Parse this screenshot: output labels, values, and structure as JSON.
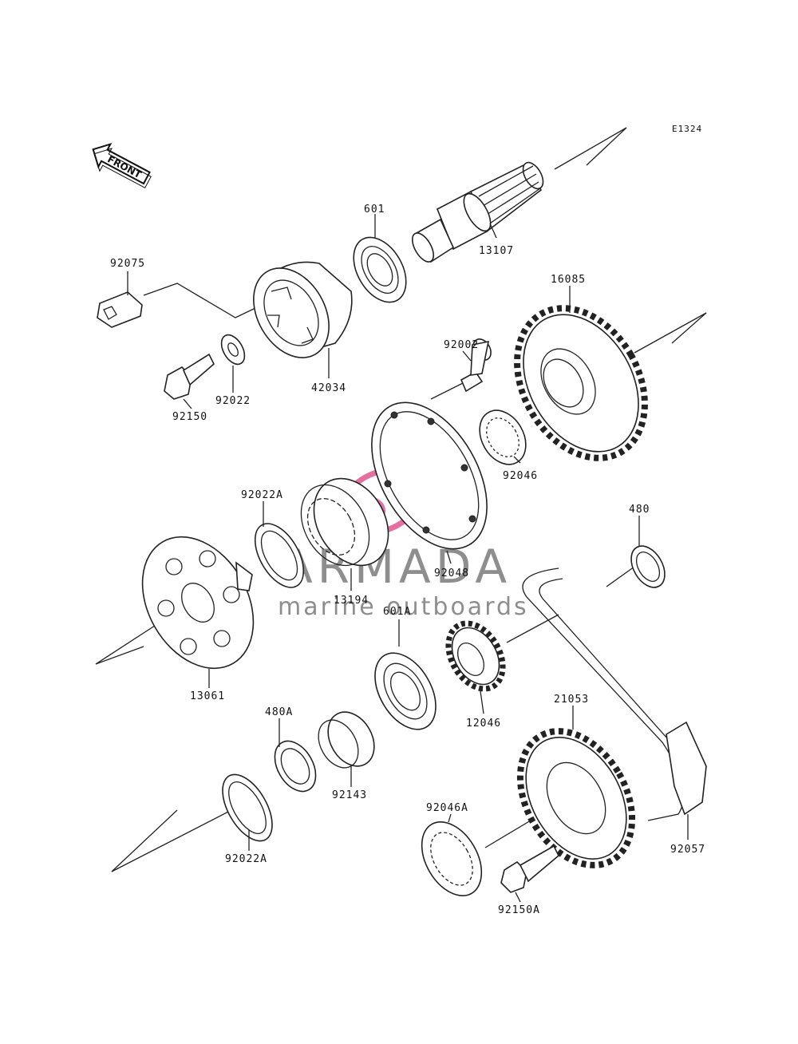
{
  "diagram_ref": "E1324",
  "front_label": "FRONT",
  "watermark": {
    "title": "ARMADA",
    "subtitle": "marine outboards",
    "logo_color": "#e24a8a"
  },
  "part_labels": {
    "p601": "601",
    "p13107": "13107",
    "p92075": "92075",
    "p16085": "16085",
    "p92002": "92002",
    "p42034": "42034",
    "p92022": "92022",
    "p92150": "92150",
    "p92046": "92046",
    "p92022A_top": "92022A",
    "p480": "480",
    "p92048": "92048",
    "p13194": "13194",
    "p601A": "601A",
    "p13061": "13061",
    "p12046": "12046",
    "p21053": "21053",
    "p480A": "480A",
    "p92143": "92143",
    "p92046A": "92046A",
    "p92022A_bottom": "92022A",
    "p92057": "92057",
    "p92150A": "92150A"
  }
}
